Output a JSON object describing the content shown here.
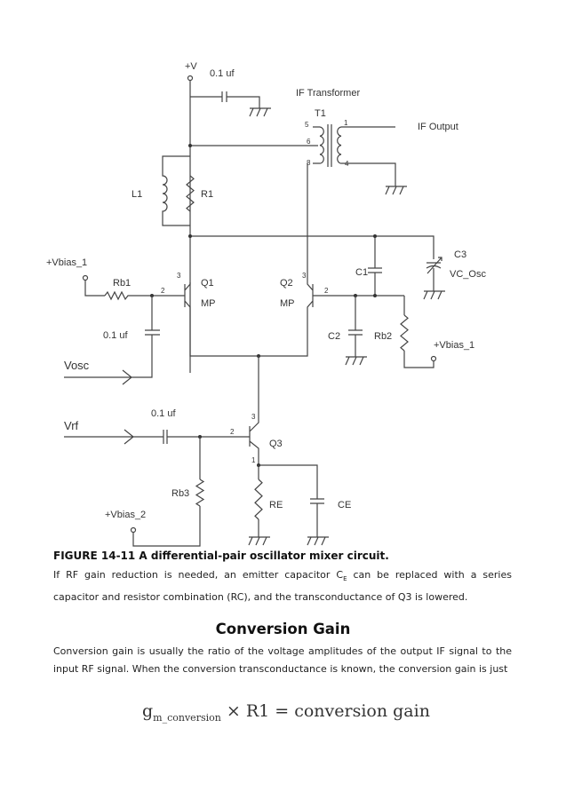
{
  "circuit": {
    "supply_label": "+V",
    "cap_top_label": "0.1 uf",
    "transformer_title": "IF Transformer",
    "transformer_ref": "T1",
    "pins": {
      "p5": "5",
      "p6": "6",
      "p8": "8",
      "p1": "1",
      "p4": "4"
    },
    "if_output": "IF Output",
    "l1": "L1",
    "r1": "R1",
    "c1": "C1",
    "c3": "C3",
    "vc_osc": "VC_Osc",
    "vbias1_left": "+Vbias_1",
    "rb1": "Rb1",
    "q1": "Q1",
    "q2": "Q2",
    "mp1": "MP",
    "mp2": "MP",
    "base_pin": "2",
    "collector_pin": "3",
    "emitter_pin": "1",
    "cap_osc_label": "0.1 uf",
    "vosc": "Vosc",
    "c2": "C2",
    "rb2": "Rb2",
    "vbias1_right": "+Vbias_1",
    "vrf": "Vrf",
    "cap_rf_label": "0.1 uf",
    "q3": "Q3",
    "rb3": "Rb3",
    "vbias2": "+Vbias_2",
    "re": "RE",
    "ce": "CE"
  },
  "caption": "FIGURE 14-11 A differential-pair oscillator mixer circuit.",
  "paragraph1": {
    "before": "If RF gain reduction is needed, an emitter capacitor C",
    "sub": "E",
    "after": " can be replaced with a series capacitor and resistor combination (RC), and the transconductance of Q3 is lowered."
  },
  "heading": "Conversion Gain",
  "paragraph2": "Conversion gain is usually the ratio of the voltage amplitudes of the output IF signal to the input RF signal. When the conversion transconductance is known, the conversion gain is just",
  "formula": {
    "g": "g",
    "sub": "m_conversion",
    "rest": " × R1 = conversion gain"
  }
}
